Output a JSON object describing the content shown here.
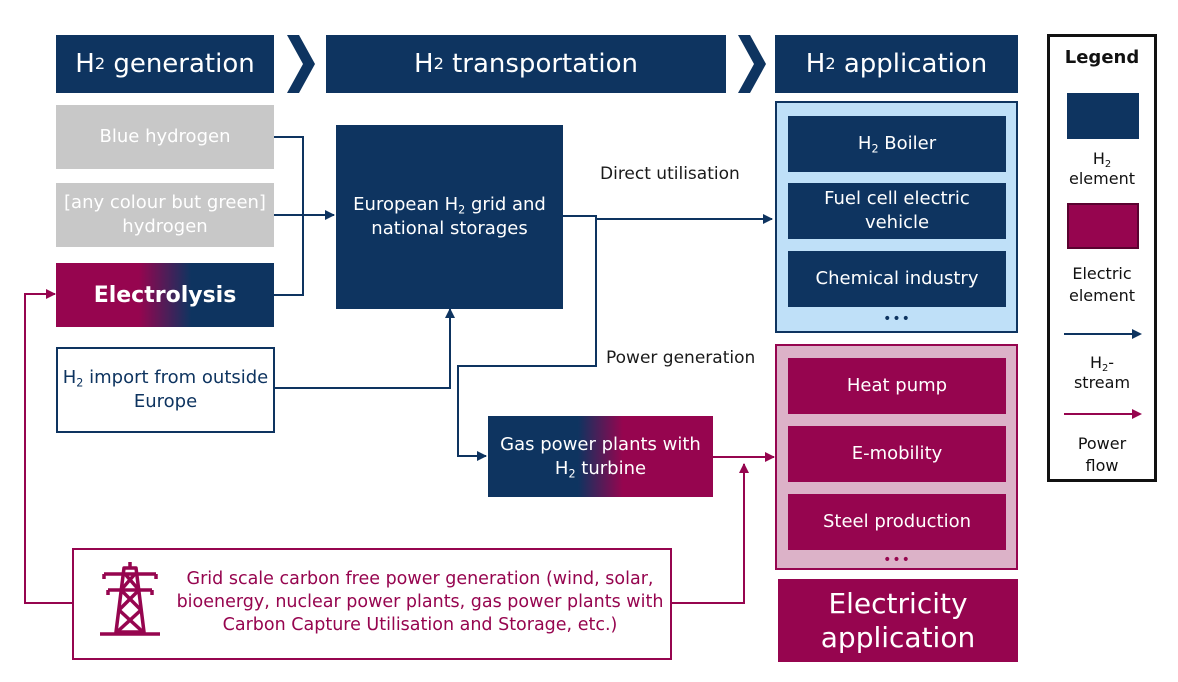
{
  "headers": {
    "generation": {
      "pre": "H",
      "sub": "2",
      "post": " generation"
    },
    "transportation": {
      "pre": "H",
      "sub": "2",
      "post": " transportation"
    },
    "application": {
      "pre": "H",
      "sub": "2",
      "post": " application"
    }
  },
  "generation": {
    "blue": "Blue hydrogen",
    "any_colour_line1": "[any colour but green]",
    "any_colour_line2": "hydrogen",
    "electrolysis": "Electrolysis",
    "import_pre": "H",
    "import_sub": "2",
    "import_line1_post": " import from outside",
    "import_line2": "Europe"
  },
  "transport": {
    "grid_line1_pre": "European H",
    "grid_sub": "2",
    "grid_line1_post": " grid and",
    "grid_line2": "national storages",
    "gas_line1": "Gas power plants with",
    "gas_line2_pre": "H",
    "gas_sub": "2",
    "gas_line2_post": " turbine"
  },
  "flow_labels": {
    "direct": "Direct utilisation",
    "power": "Power generation"
  },
  "h2_apps": {
    "boiler_pre": "H",
    "boiler_sub": "2",
    "boiler_post": " Boiler",
    "fcev_line1": "Fuel cell electric",
    "fcev_line2": "vehicle",
    "chemical": "Chemical industry",
    "more": "•••"
  },
  "power_apps": {
    "heat_pump": "Heat pump",
    "emobility": "E-mobility",
    "steel": "Steel production",
    "more": "•••"
  },
  "electricity_application": {
    "line1": "Electricity",
    "line2": "application"
  },
  "grid_power": {
    "line1": "Grid scale carbon free power generation (wind, solar,",
    "line2": "bioenergy, nuclear power plants, gas power plants with",
    "line3": "Carbon Capture Utilisation and Storage, etc.)"
  },
  "legend": {
    "title": "Legend",
    "h2_element_pre": "H",
    "h2_element_sub": "2",
    "h2_element_line2": "element",
    "electric_line1": "Electric",
    "electric_line2": "element",
    "stream_pre": "H",
    "stream_sub": "2",
    "stream_post": "-",
    "stream_line2": "stream",
    "power_line1": "Power",
    "power_line2": "flow"
  },
  "colors": {
    "navy": "#0e3460",
    "plum": "#96054f",
    "grey": "#c8c8c8",
    "h2_panel": "#bfe0f8",
    "power_panel": "#dcb2c8"
  },
  "icons": [
    "pylon-icon",
    "chevron-right-icon"
  ]
}
